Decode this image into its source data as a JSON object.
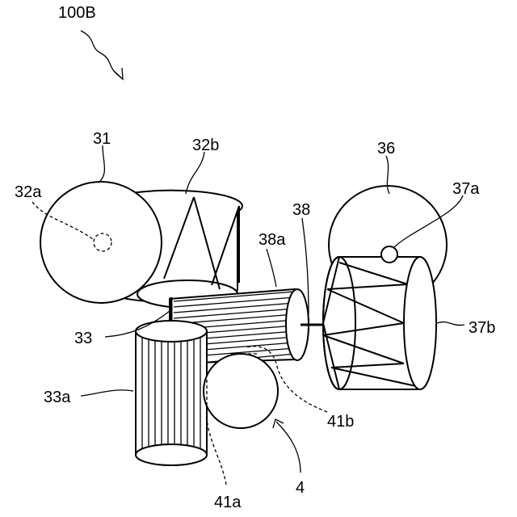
{
  "figure": {
    "reference": "100B",
    "labels": {
      "l31": "31",
      "l32a": "32a",
      "l32b": "32b",
      "l33": "33",
      "l33a": "33a",
      "l36": "36",
      "l37a": "37a",
      "l37b": "37b",
      "l38": "38",
      "l38a": "38a",
      "l4": "4",
      "l41a": "41a",
      "l41b": "41b"
    }
  }
}
